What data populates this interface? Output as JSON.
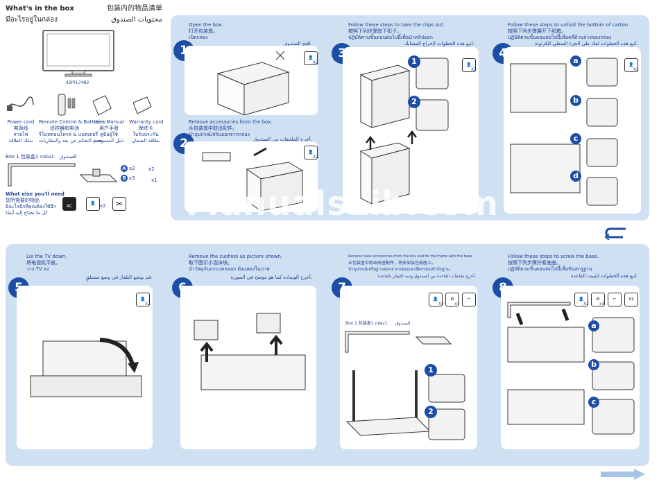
{
  "left": {
    "title_en": "What's in the box",
    "title_zh": "包装内的物品清单",
    "title_th": "มีอะไรอยู่ในกล่อง",
    "title_ar": "محتويات الصندوق",
    "model": "42PFL7482",
    "items": [
      {
        "en": "Power cord",
        "zh": "电源线",
        "th": "สายไฟ",
        "ar": "سلك الطاقة"
      },
      {
        "en": "Remote Control & Batteries",
        "zh": "遥控器和电池",
        "th": "รีโมทคอนโทรล & แบตเตอรี่",
        "ar": "وحدة التحكم عن بعد والبطاريات"
      },
      {
        "en": "User Manual",
        "zh": "用户手册",
        "th": "คู่มือผู้ใช้",
        "ar": "دليل المستخدم"
      },
      {
        "en": "Warranty card",
        "zh": "保修卡",
        "th": "ใบรับประกัน",
        "ar": "بطاقة الضمان"
      }
    ],
    "box1_label": "Box 1 包装盒1 กล่อง1",
    "box1_ar": "الصندوق",
    "x2": "x2",
    "x3": "x3",
    "x1": "x1",
    "need_en": "What else you'll need",
    "need_zh": "您所需要的物品",
    "need_th": "มีอะไรอีกที่คุณต้องใช้อีก",
    "need_ar": "كل ما تحتاج إليه أيضًا",
    "ac": "AC"
  },
  "step1": {
    "num": "1",
    "en": "Open the box.",
    "zh": "打开包装盒。",
    "th": "เปิดกล่อง",
    "ar": "افتح الصندوق.",
    "x2": "X2"
  },
  "step2": {
    "num": "2",
    "en": "Remove accessories from the box.",
    "zh": "从包装盒中取出配件。",
    "th": "นำอุปกรณ์เสริมออกจากกล่อง",
    "ar": "أخرج الملحقات من الصندوق.",
    "x2": "X2"
  },
  "step3": {
    "num": "3",
    "en": "Follow these steps to take the clips out.",
    "zh": "按照下列步骤取下扣子。",
    "th": "ปฏิบัติตามขั้นตอนต่อไปนี้เพื่อนำคลิปออก",
    "ar": "اتبع هذه الخطوات لإخراج المشابك.",
    "x2": "X2",
    "s1": "1",
    "s2": "2"
  },
  "step4": {
    "num": "4",
    "en": "Follow these steps to unfold the bottom of carton.",
    "zh": "按照下列步骤展开下纸箱。",
    "th": "ปฏิบัติตามขั้นตอนต่อไปนี้เพื่อคลี่ด้านล่างของกล่อง",
    "ar": "اتبع هذه الخطوات لفك طي الجزء السفلي للكرتونة.",
    "x2": "X2",
    "a": "a",
    "b": "b",
    "c": "c",
    "d": "d"
  },
  "step5": {
    "num": "5",
    "en": "Lie the TV down.",
    "zh": "将电视机平放。",
    "th": "วาง TV ลง",
    "ar": "قم بوضع التلفاز في وضع مستلقٍ.",
    "x2": "X2"
  },
  "step6": {
    "num": "6",
    "en": "Remove the cushion as picture shown.",
    "zh": "取下图示小泡沫块。",
    "th": "นำวัสดุกันกระแทกออก ดังแสดงในภาพ",
    "ar": "أخرج الوسادة كما هو موضح في الصورة."
  },
  "step7": {
    "num": "7",
    "en": "Remove base accessories from the box and fix the frame with the base.",
    "zh": "从包装盒中取出底座配件，将支架装在底座上。",
    "th": "นำอุปกรณ์เสริมฐานออกจากกล่องและยึดกรอบเข้ากับฐาน",
    "ar": "أخرج ملحقات القاعدة من الصندوق وثبت الإطار بالقاعدة.",
    "x2": "X2",
    "x3": "x3",
    "box1_label": "Box 1 包装盒1 กล่อง1",
    "box1_ar": "الصندوق",
    "s1": "1",
    "s2": "2"
  },
  "step8": {
    "num": "8",
    "en": "Follow these steps to screw the base.",
    "zh": "按照下列步骤拧紧底座。",
    "th": "ปฏิบัติตามขั้นตอนต่อไปนี้เพื่อขันสกรูฐาน",
    "ar": "اتبع هذه الخطوات لتثبيت القاعدة.",
    "x2": "X2",
    "x3": "x3",
    "a": "a",
    "b": "b",
    "c": "c"
  },
  "watermark": "ManualsLib.com",
  "colors": {
    "panel": "#cfe0f3",
    "accent": "#1d4ea6",
    "text": "#1d3f8f"
  }
}
